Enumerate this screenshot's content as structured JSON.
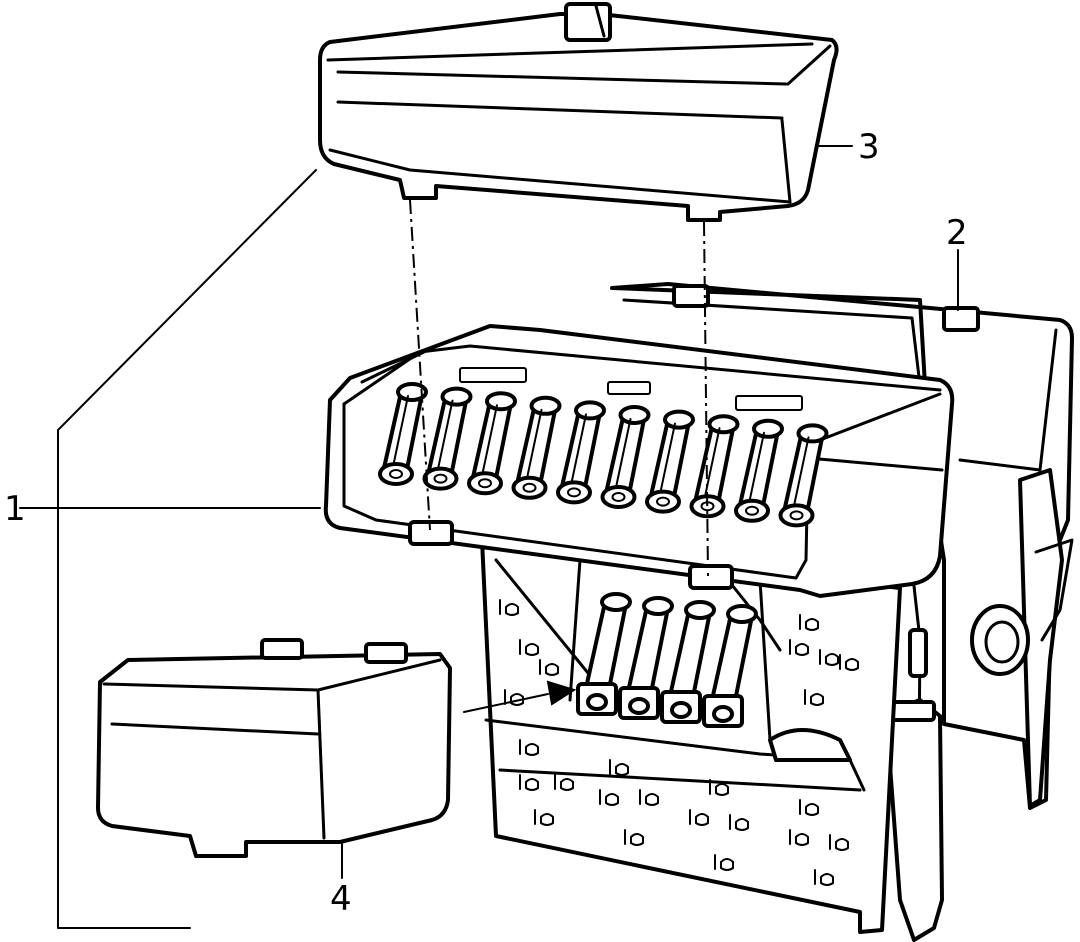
{
  "callouts": [
    {
      "label": "1",
      "part": "fuse-box-housing"
    },
    {
      "label": "2",
      "part": "mounting-bracket"
    },
    {
      "label": "3",
      "part": "fuse-box-cover"
    },
    {
      "label": "4",
      "part": "relay"
    }
  ],
  "colors": {
    "ink": "#000000",
    "paper": "#ffffff"
  }
}
